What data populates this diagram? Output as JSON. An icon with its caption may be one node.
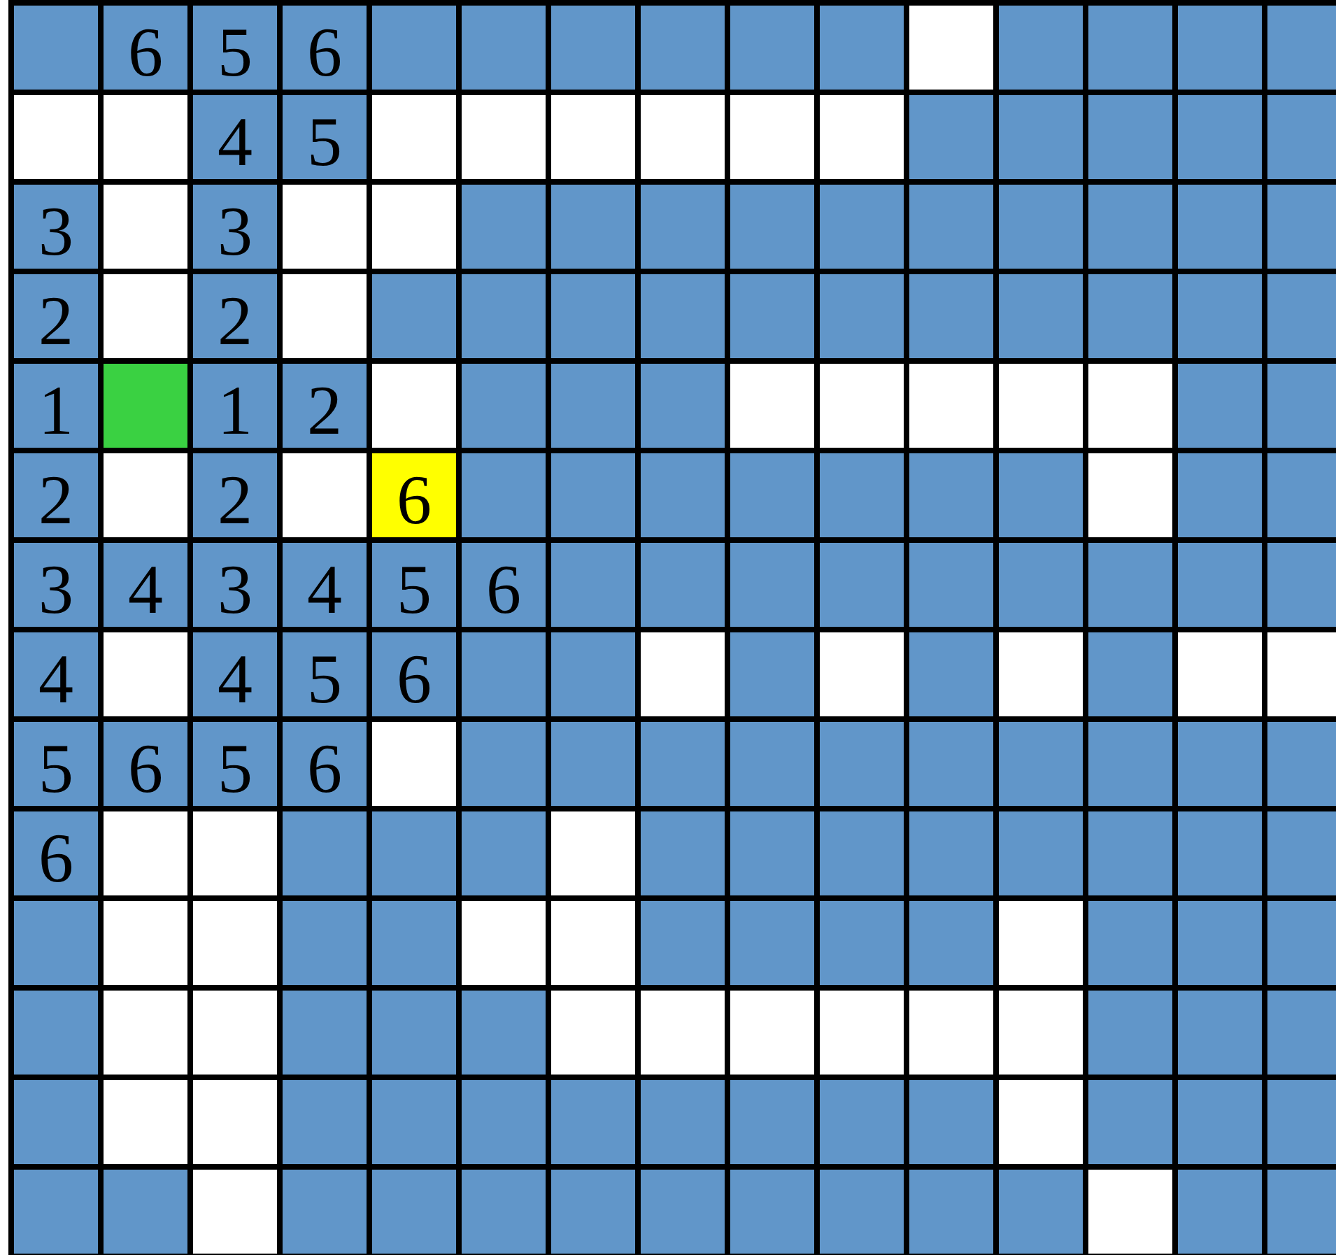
{
  "diagram": {
    "labels": [
      "6",
      "5",
      "6",
      "4",
      "5",
      "3",
      "3",
      "2",
      "2",
      "1",
      "1",
      "2",
      "2",
      "2",
      "6",
      "3",
      "4",
      "3",
      "4",
      "5",
      "6",
      "4",
      "4",
      "5",
      "6",
      "5",
      "6",
      "5",
      "6",
      "6"
    ]
  }
}
